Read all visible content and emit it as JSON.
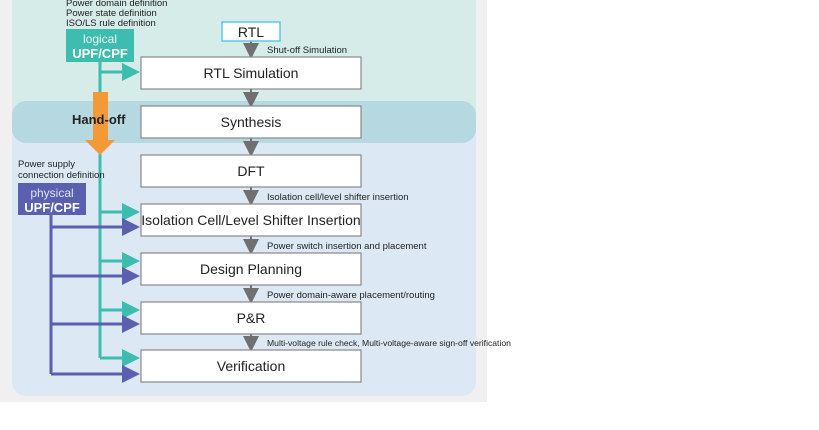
{
  "colors": {
    "teal": "#3dbdb0",
    "purple": "#5b5fb0",
    "orange": "#f39a36",
    "grey_arrow": "#707070",
    "rtl_border": "#5cc8ea"
  },
  "top_notes": [
    "Power domain definition",
    "Power state definition",
    "ISO/LS rule definition"
  ],
  "logical": {
    "line1": "logical",
    "line2": "UPF/CPF"
  },
  "handoff": "Hand-off",
  "physical_note": [
    "Power supply",
    "connection definition"
  ],
  "physical": {
    "line1": "physical",
    "line2": "UPF/CPF"
  },
  "rtl": "RTL",
  "steps": [
    "RTL Simulation",
    "Synthesis",
    "DFT",
    "Isolation Cell/Level Shifter Insertion",
    "Design Planning",
    "P&R",
    "Verification"
  ],
  "step_notes": [
    "Shut-off Simulation",
    "Isolation cell/level shifter insertion",
    "Power switch insertion and placement",
    "Power domain-aware placement/routing",
    "Multi-voltage rule check, Multi-voltage-aware sign-off verification"
  ]
}
